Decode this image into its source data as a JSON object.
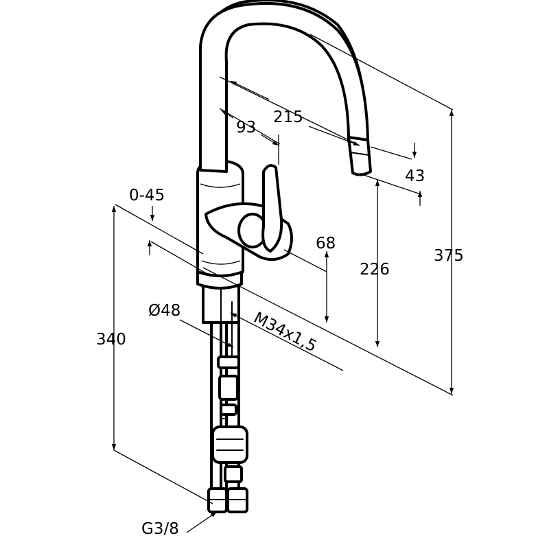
{
  "labels": {
    "spout_reach": "215",
    "spout_offset": "93",
    "aerator_height": "43",
    "body_height_range": "0-45",
    "lever_height": "68",
    "spout_outlet_height": "226",
    "total_height": "375",
    "base_diameter": "Ø48",
    "thread": "M34x1,5",
    "below_height": "340",
    "connection": "G3/8"
  },
  "colors": {
    "line": "#000000",
    "background": "#ffffff"
  }
}
